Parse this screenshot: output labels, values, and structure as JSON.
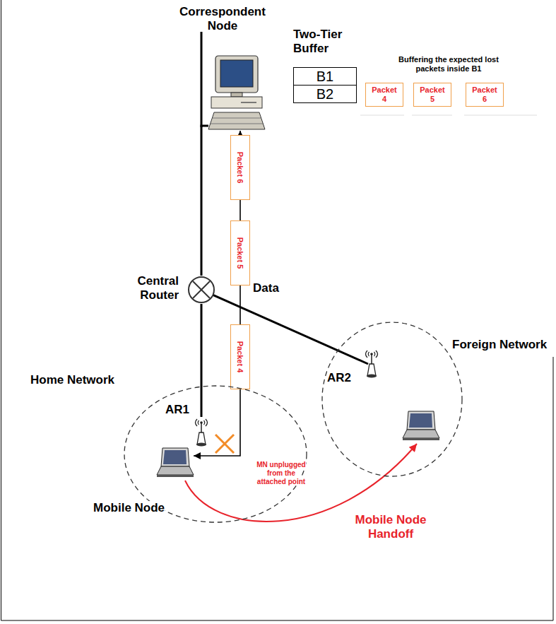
{
  "diagram": {
    "nodes": [
      {
        "text": [
          "Correspondent Node"
        ]
      },
      {
        "text": [
          "Two-Tier Buffer"
        ]
      },
      {
        "text": [
          "B1"
        ],
        "in": 1
      },
      {
        "text": [
          "B2"
        ],
        "in": 1
      },
      {
        "text": [
          "Packet 4"
        ]
      },
      {
        "text": [
          "Packet 5"
        ]
      },
      {
        "text": [
          "Packet 6"
        ]
      },
      {
        "text": [
          "Packet 6"
        ]
      },
      {
        "text": [
          "Packet 5"
        ]
      },
      {
        "text": [
          "Central Router"
        ]
      },
      {
        "text": [
          "Packet 4"
        ]
      },
      {
        "text": [
          "Home Network"
        ]
      },
      {
        "text": [
          "AR1"
        ],
        "in": 11
      },
      {
        "text": [
          "Mobile Node"
        ],
        "in": 11
      },
      {
        "text": [
          "Foreign Network"
        ]
      },
      {
        "text": [
          "AR2"
        ],
        "in": 14
      }
    ],
    "edges": [
      {
        "from": 0,
        "to": 9,
        "arrow": "none"
      },
      {
        "from": 9,
        "to": 12,
        "arrow": "none"
      },
      {
        "from": 9,
        "to": 15,
        "arrow": "none"
      },
      {
        "from": 0,
        "to": 13,
        "arrow": "both",
        "label": "Data"
      }
    ],
    "labels": [
      "Buffering the expected lost packets inside B1",
      "MN unplugged from the attached point",
      "Mobile Node Handoff"
    ]
  }
}
